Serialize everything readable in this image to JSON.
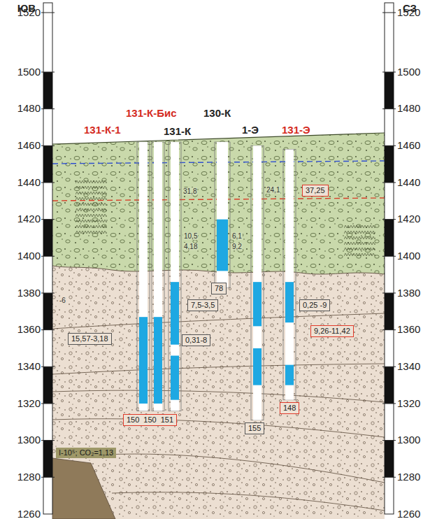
{
  "diagram": {
    "nodes": [
      {
        "text": [
          "37,25"
        ]
      },
      {
        "text": [
          "78"
        ]
      },
      {
        "text": [
          "7,5-3,5"
        ]
      },
      {
        "text": [
          "0,25 -9"
        ]
      },
      {
        "text": [
          "9,26-11,42"
        ]
      },
      {
        "text": [
          "15,57-3,18"
        ]
      },
      {
        "text": [
          "0,31-8"
        ]
      },
      {
        "text": [
          "148"
        ]
      },
      {
        "text": [
          "150",
          "150",
          "151"
        ]
      },
      {
        "text": [
          "155"
        ]
      },
      {
        "text": [
          "I-10⁵; CO₂=1,13"
        ]
      }
    ],
    "edges": [],
    "labels": [
      "ЮВ",
      "СЗ",
      "1520",
      "1500",
      "1480",
      "1460",
      "1440",
      "1420",
      "1400",
      "1380",
      "1360",
      "1340",
      "1320",
      "1300",
      "1280",
      "1260",
      "1520",
      "1500",
      "1480",
      "1460",
      "1440",
      "1420",
      "1400",
      "1380",
      "1360",
      "1340",
      "1320",
      "1300",
      "1280",
      "1260",
      "131-К-1",
      "131-К-Бис",
      "131-К",
      "130-К",
      "1-Э",
      "131-Э",
      "-6",
      "31,8",
      "10,5",
      "4,18",
      "6,1",
      "9,2",
      "24,1"
    ]
  }
}
